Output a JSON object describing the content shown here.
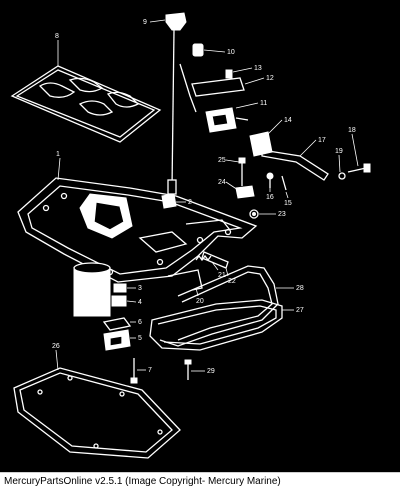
{
  "footer": {
    "text": "MercuryPartsOnline v2.5.1 (Image Copyright- Mercury Marine)"
  },
  "callouts": [
    "1",
    "2",
    "3",
    "4",
    "5",
    "6",
    "7",
    "8",
    "9",
    "10",
    "11",
    "12",
    "13",
    "14",
    "15",
    "16",
    "17",
    "18",
    "19",
    "20",
    "21",
    "22",
    "23",
    "24",
    "25",
    "26",
    "27",
    "28",
    "29"
  ],
  "colors": {
    "background": "#000000",
    "linework": "#ffffff",
    "footer_background": "#ffffff",
    "footer_text": "#000000"
  }
}
